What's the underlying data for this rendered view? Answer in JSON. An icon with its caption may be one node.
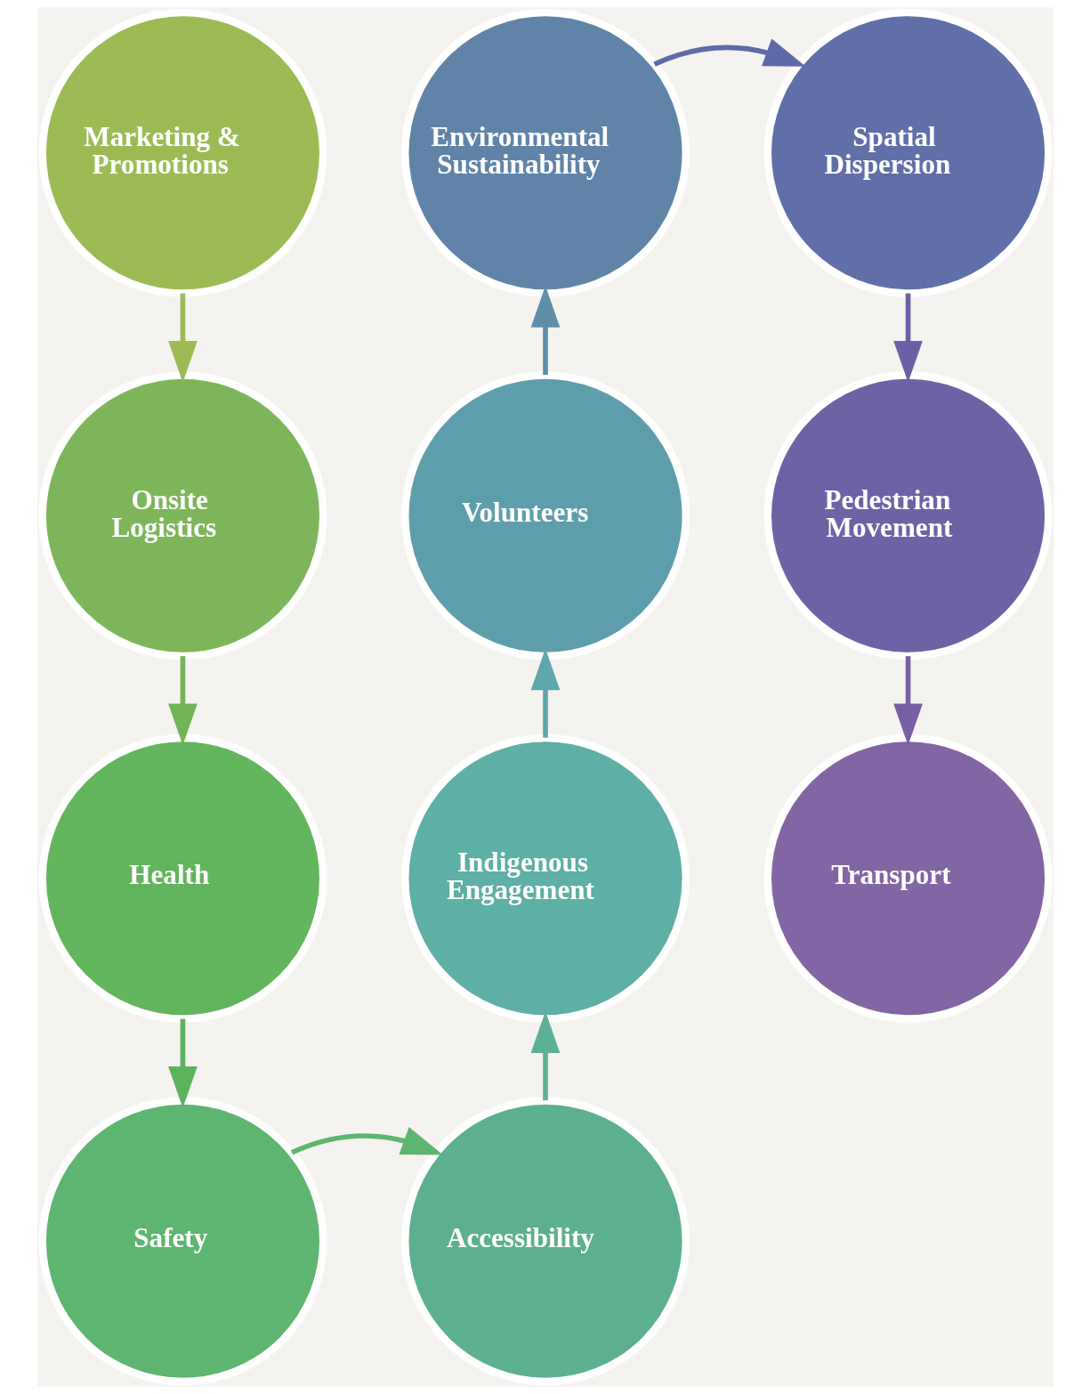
{
  "diagram": {
    "nodes": [
      {
        "text": [
          "Marketing & Promotions"
        ]
      },
      {
        "text": [
          "Onsite Logistics"
        ]
      },
      {
        "text": [
          "Health"
        ]
      },
      {
        "text": [
          "Safety"
        ]
      },
      {
        "text": [
          "Accessibility"
        ]
      },
      {
        "text": [
          "Indigenous Engagement"
        ]
      },
      {
        "text": [
          "Volunteers"
        ]
      },
      {
        "text": [
          "Environmental Sustainability"
        ]
      },
      {
        "text": [
          "Spatial Dispersion"
        ]
      },
      {
        "text": [
          "Pedestrian Movement"
        ]
      },
      {
        "text": [
          "Transport"
        ]
      }
    ],
    "edges": [
      {
        "from": 0,
        "to": 1,
        "arrow": "to",
        "color": "#9dbb55"
      },
      {
        "from": 1,
        "to": 2,
        "arrow": "to",
        "color": "#72b458"
      },
      {
        "from": 2,
        "to": 3,
        "arrow": "to",
        "color": "#5db35c"
      },
      {
        "from": 3,
        "to": 4,
        "arrow": "to",
        "color": "#5db56f"
      },
      {
        "from": 4,
        "to": 5,
        "arrow": "to",
        "color": "#5db095"
      },
      {
        "from": 5,
        "to": 6,
        "arrow": "to",
        "color": "#5ea7ac"
      },
      {
        "from": 6,
        "to": 7,
        "arrow": "to",
        "color": "#5f8eaa"
      },
      {
        "from": 7,
        "to": 8,
        "arrow": "to",
        "color": "#5f6aa8"
      },
      {
        "from": 8,
        "to": 9,
        "arrow": "to",
        "color": "#6b60a6"
      },
      {
        "from": 9,
        "to": 10,
        "arrow": "to",
        "color": "#7a5fa4"
      }
    ]
  }
}
